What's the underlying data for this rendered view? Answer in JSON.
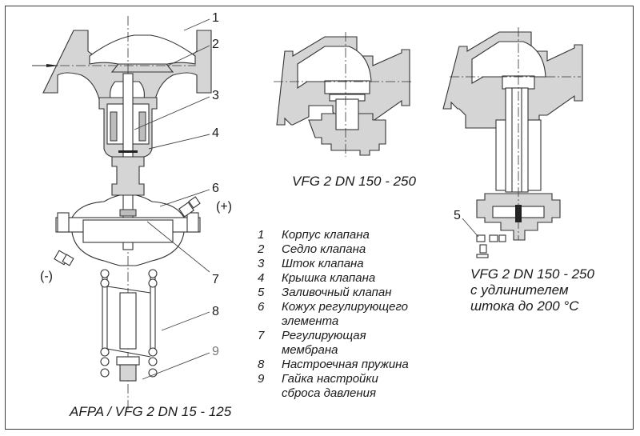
{
  "diagram": {
    "left_caption": "AFPA / VFG 2 DN 15 - 125",
    "middle_caption": "VFG 2 DN 150 - 250",
    "right_caption_lines": [
      "VFG 2 DN 150 - 250",
      "с удлинителем",
      "штока до 200 °C"
    ],
    "callouts": {
      "c1": "1",
      "c2": "2",
      "c3": "3",
      "c4": "4",
      "c5": "5",
      "c6": "6",
      "c7": "7",
      "c8": "8",
      "c9": "9",
      "plus": "(+)",
      "minus": "(-)"
    },
    "legend": [
      {
        "num": "1",
        "text": "Корпус клапана"
      },
      {
        "num": "2",
        "text": "Седло клапана"
      },
      {
        "num": "3",
        "text": "Шток клапана"
      },
      {
        "num": "4",
        "text": "Крышка клапана"
      },
      {
        "num": "5",
        "text": "Заливочный клапан"
      },
      {
        "num": "6",
        "text": "Кожух регулирующего\nэлемента"
      },
      {
        "num": "7",
        "text": "Регулирующая\nмембрана"
      },
      {
        "num": "8",
        "text": "Настроечная пружина"
      },
      {
        "num": "9",
        "text": "Гайка настройки\nсброса давления"
      }
    ],
    "colors": {
      "casting_fill": "#d5d5d5",
      "line": "#333333",
      "frame": "#3a3a3a"
    }
  }
}
